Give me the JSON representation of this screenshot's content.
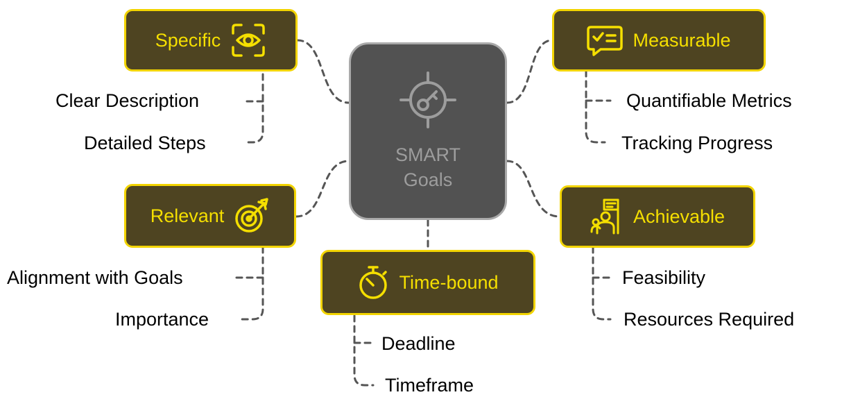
{
  "center": {
    "line1": "SMART",
    "line2": "Goals",
    "icon": "target-key-icon"
  },
  "nodes": {
    "specific": {
      "label": "Specific",
      "icon": "eye-scan-icon"
    },
    "measurable": {
      "label": "Measurable",
      "icon": "checklist-icon"
    },
    "relevant": {
      "label": "Relevant",
      "icon": "target-arrow-icon"
    },
    "achievable": {
      "label": "Achievable",
      "icon": "person-flag-icon"
    },
    "timebound": {
      "label": "Time-bound",
      "icon": "stopwatch-icon"
    }
  },
  "leaves": {
    "specific": [
      "Clear Description",
      "Detailed Steps"
    ],
    "measurable": [
      "Quantifiable Metrics",
      "Tracking Progress"
    ],
    "relevant": [
      "Alignment with Goals",
      "Importance"
    ],
    "achievable": [
      "Feasibility",
      "Resources Required"
    ],
    "timebound": [
      "Deadline",
      "Timeframe"
    ]
  },
  "colors": {
    "node_fill": "#4e4421",
    "node_border": "#f2d400",
    "node_text": "#f5df00",
    "center_fill": "#525252",
    "center_border": "#a9a9a9",
    "connector": "#555555"
  }
}
